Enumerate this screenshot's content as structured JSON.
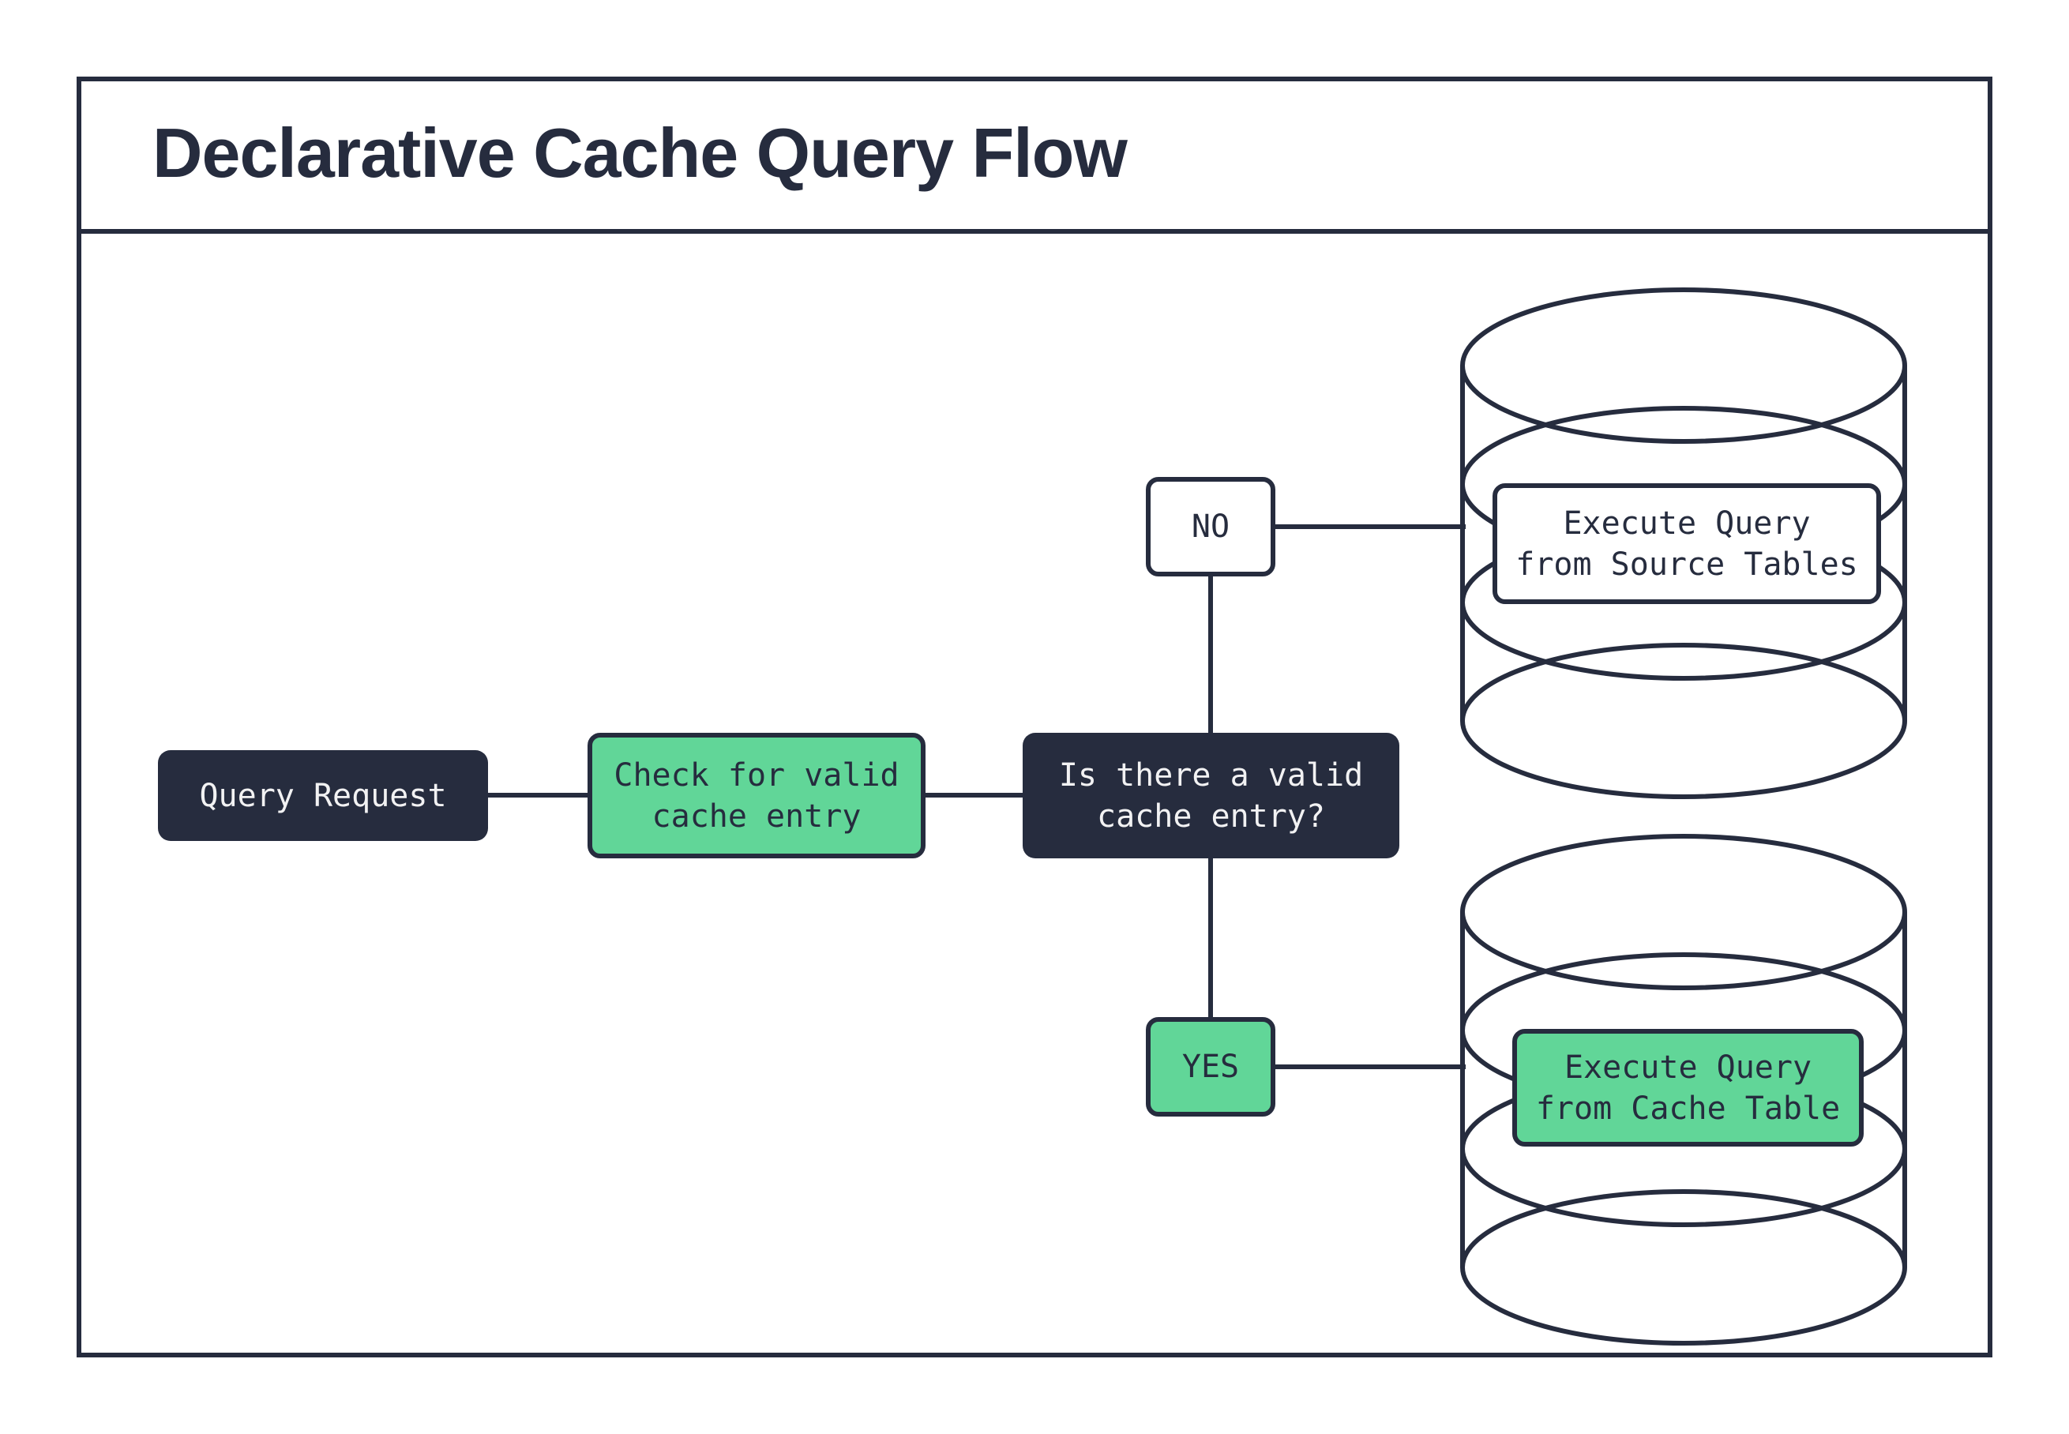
{
  "colors": {
    "dark": "#262c3e",
    "green": "#61d698",
    "light_text": "#f2f2f3",
    "bg": "#ffffff"
  },
  "header": {
    "title": "Declarative Cache Query Flow"
  },
  "flow": {
    "query_request": "Query Request",
    "check_cache": "Check for valid\ncache entry",
    "decision": "Is there a valid\ncache entry?",
    "no_label": "NO",
    "yes_label": "YES",
    "source_db": "Execute Query\nfrom Source Tables",
    "cache_db": "Execute Query\nfrom Cache Table"
  }
}
